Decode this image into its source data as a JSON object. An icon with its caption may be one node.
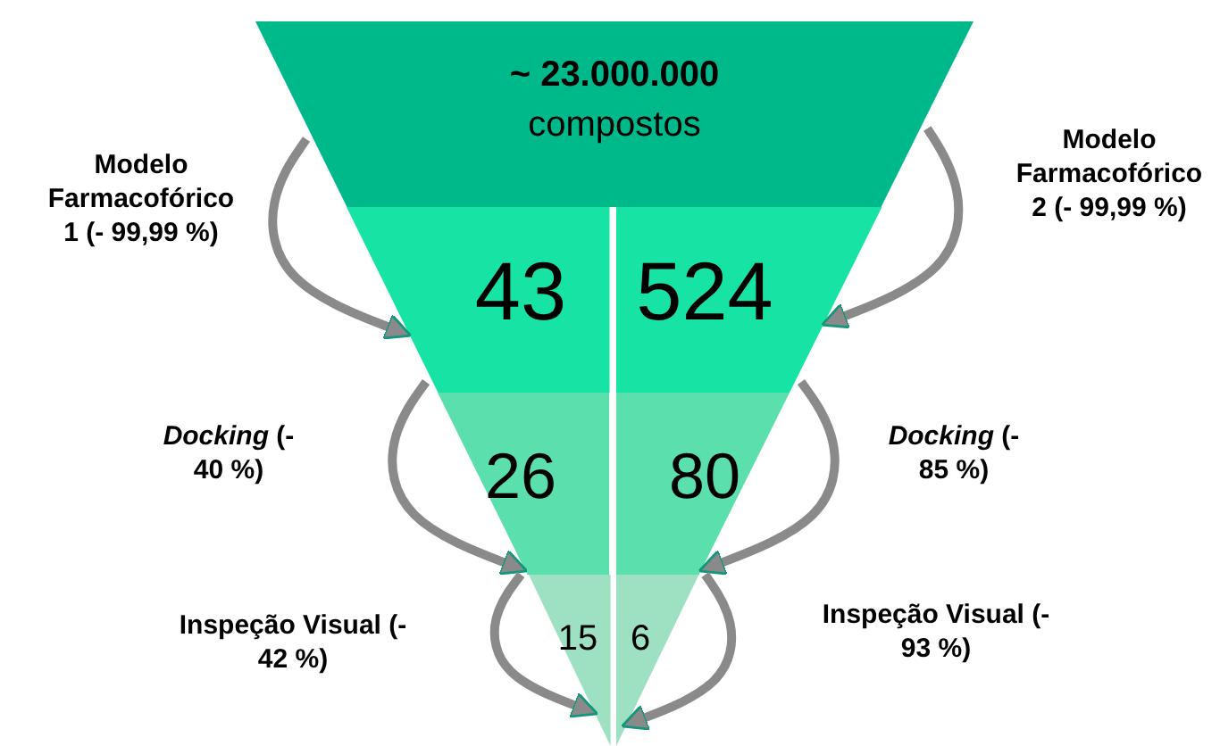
{
  "diagram": {
    "nodes": [
      {
        "text": [
          "~ 23.000.000",
          "compostos"
        ]
      },
      {
        "text": [
          "43"
        ]
      },
      {
        "text": [
          "524"
        ]
      },
      {
        "text": [
          "26"
        ]
      },
      {
        "text": [
          "80"
        ]
      },
      {
        "text": [
          "15"
        ]
      },
      {
        "text": [
          "6"
        ]
      }
    ],
    "edges": [
      {
        "from": 0,
        "to": 1,
        "arrow": "to",
        "label": "Modelo Farmacofórico 1 (- 99,99 %)"
      },
      {
        "from": 1,
        "to": 3,
        "arrow": "to",
        "label": "*Docking* (- 40 %)"
      },
      {
        "from": 3,
        "to": 5,
        "arrow": "to",
        "label": "Inspeção Visual (- 42 %)"
      },
      {
        "from": 0,
        "to": 2,
        "arrow": "to",
        "label": "Modelo Farmacofórico 2 (- 99,99 %)"
      },
      {
        "from": 2,
        "to": 4,
        "arrow": "to",
        "label": "*Docking* (- 85 %)"
      },
      {
        "from": 4,
        "to": 6,
        "arrow": "to",
        "label": "Inspeção Visual (- 93 %)"
      }
    ]
  }
}
